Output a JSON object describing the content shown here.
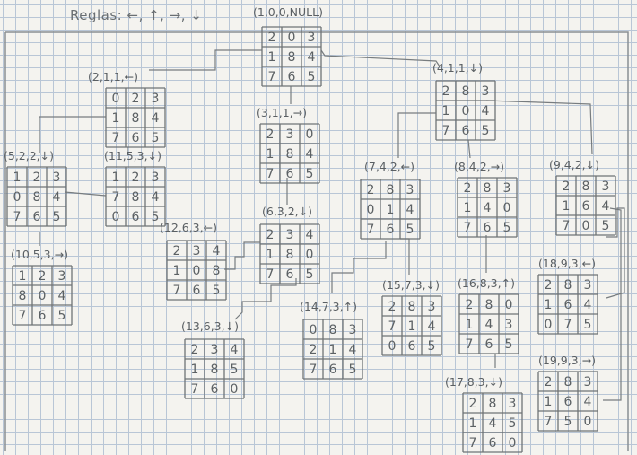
{
  "rules": "Reglas: ←, ↑, →, ↓",
  "nodes": [
    {
      "id": "n1",
      "label": "(1,0,0,NULL)",
      "cells": [
        "2",
        "0",
        "3",
        "1",
        "8",
        "4",
        "7",
        "6",
        "5"
      ]
    },
    {
      "id": "n2",
      "label": "(2,1,1,←)",
      "cells": [
        "0",
        "2",
        "3",
        "1",
        "8",
        "4",
        "7",
        "6",
        "5"
      ]
    },
    {
      "id": "n3",
      "label": "(3,1,1,→)",
      "cells": [
        "2",
        "3",
        "0",
        "1",
        "8",
        "4",
        "7",
        "6",
        "5"
      ]
    },
    {
      "id": "n4",
      "label": "(4,1,1,↓)",
      "cells": [
        "2",
        "8",
        "3",
        "1",
        "0",
        "4",
        "7",
        "6",
        "5"
      ]
    },
    {
      "id": "n5",
      "label": "(5,2,2,↓)",
      "cells": [
        "1",
        "2",
        "3",
        "0",
        "8",
        "4",
        "7",
        "6",
        "5"
      ]
    },
    {
      "id": "n11",
      "label": "(11,5,3,↓)",
      "cells": [
        "1",
        "2",
        "3",
        "7",
        "8",
        "4",
        "0",
        "6",
        "5"
      ]
    },
    {
      "id": "n10",
      "label": "(10,5,3,→)",
      "cells": [
        "1",
        "2",
        "3",
        "8",
        "0",
        "4",
        "7",
        "6",
        "5"
      ]
    },
    {
      "id": "n6",
      "label": "(6,3,2,↓)",
      "cells": [
        "2",
        "3",
        "4",
        "1",
        "8",
        "0",
        "7",
        "6",
        "5"
      ]
    },
    {
      "id": "n12",
      "label": "(12,6,3,←)",
      "cells": [
        "2",
        "3",
        "4",
        "1",
        "0",
        "8",
        "7",
        "6",
        "5"
      ]
    },
    {
      "id": "n13",
      "label": "(13,6,3,↓)",
      "cells": [
        "2",
        "3",
        "4",
        "1",
        "8",
        "5",
        "7",
        "6",
        "0"
      ]
    },
    {
      "id": "n7",
      "label": "(7,4,2,←)",
      "cells": [
        "2",
        "8",
        "3",
        "0",
        "1",
        "4",
        "7",
        "6",
        "5"
      ]
    },
    {
      "id": "n14",
      "label": "(14,7,3,↑)",
      "cells": [
        "0",
        "8",
        "3",
        "2",
        "1",
        "4",
        "7",
        "6",
        "5"
      ]
    },
    {
      "id": "n15",
      "label": "(15,7,3,↓)",
      "cells": [
        "2",
        "8",
        "3",
        "7",
        "1",
        "4",
        "0",
        "6",
        "5"
      ]
    },
    {
      "id": "n8",
      "label": "(8,4,2,→)",
      "cells": [
        "2",
        "8",
        "3",
        "1",
        "4",
        "0",
        "7",
        "6",
        "5"
      ]
    },
    {
      "id": "n16",
      "label": "(16,8,3,↑)",
      "cells": [
        "2",
        "8",
        "0",
        "1",
        "4",
        "3",
        "7",
        "6",
        "5"
      ]
    },
    {
      "id": "n17",
      "label": "(17,8,3,↓)",
      "cells": [
        "2",
        "8",
        "3",
        "1",
        "4",
        "5",
        "7",
        "6",
        "0"
      ]
    },
    {
      "id": "n9",
      "label": "(9,4,2,↓)",
      "cells": [
        "2",
        "8",
        "3",
        "1",
        "6",
        "4",
        "7",
        "0",
        "5"
      ]
    },
    {
      "id": "n18",
      "label": "(18,9,3,←)",
      "cells": [
        "2",
        "8",
        "3",
        "1",
        "6",
        "4",
        "0",
        "7",
        "5"
      ]
    },
    {
      "id": "n19",
      "label": "(19,9,3,→)",
      "cells": [
        "2",
        "8",
        "3",
        "1",
        "6",
        "4",
        "7",
        "5",
        "0"
      ]
    }
  ]
}
